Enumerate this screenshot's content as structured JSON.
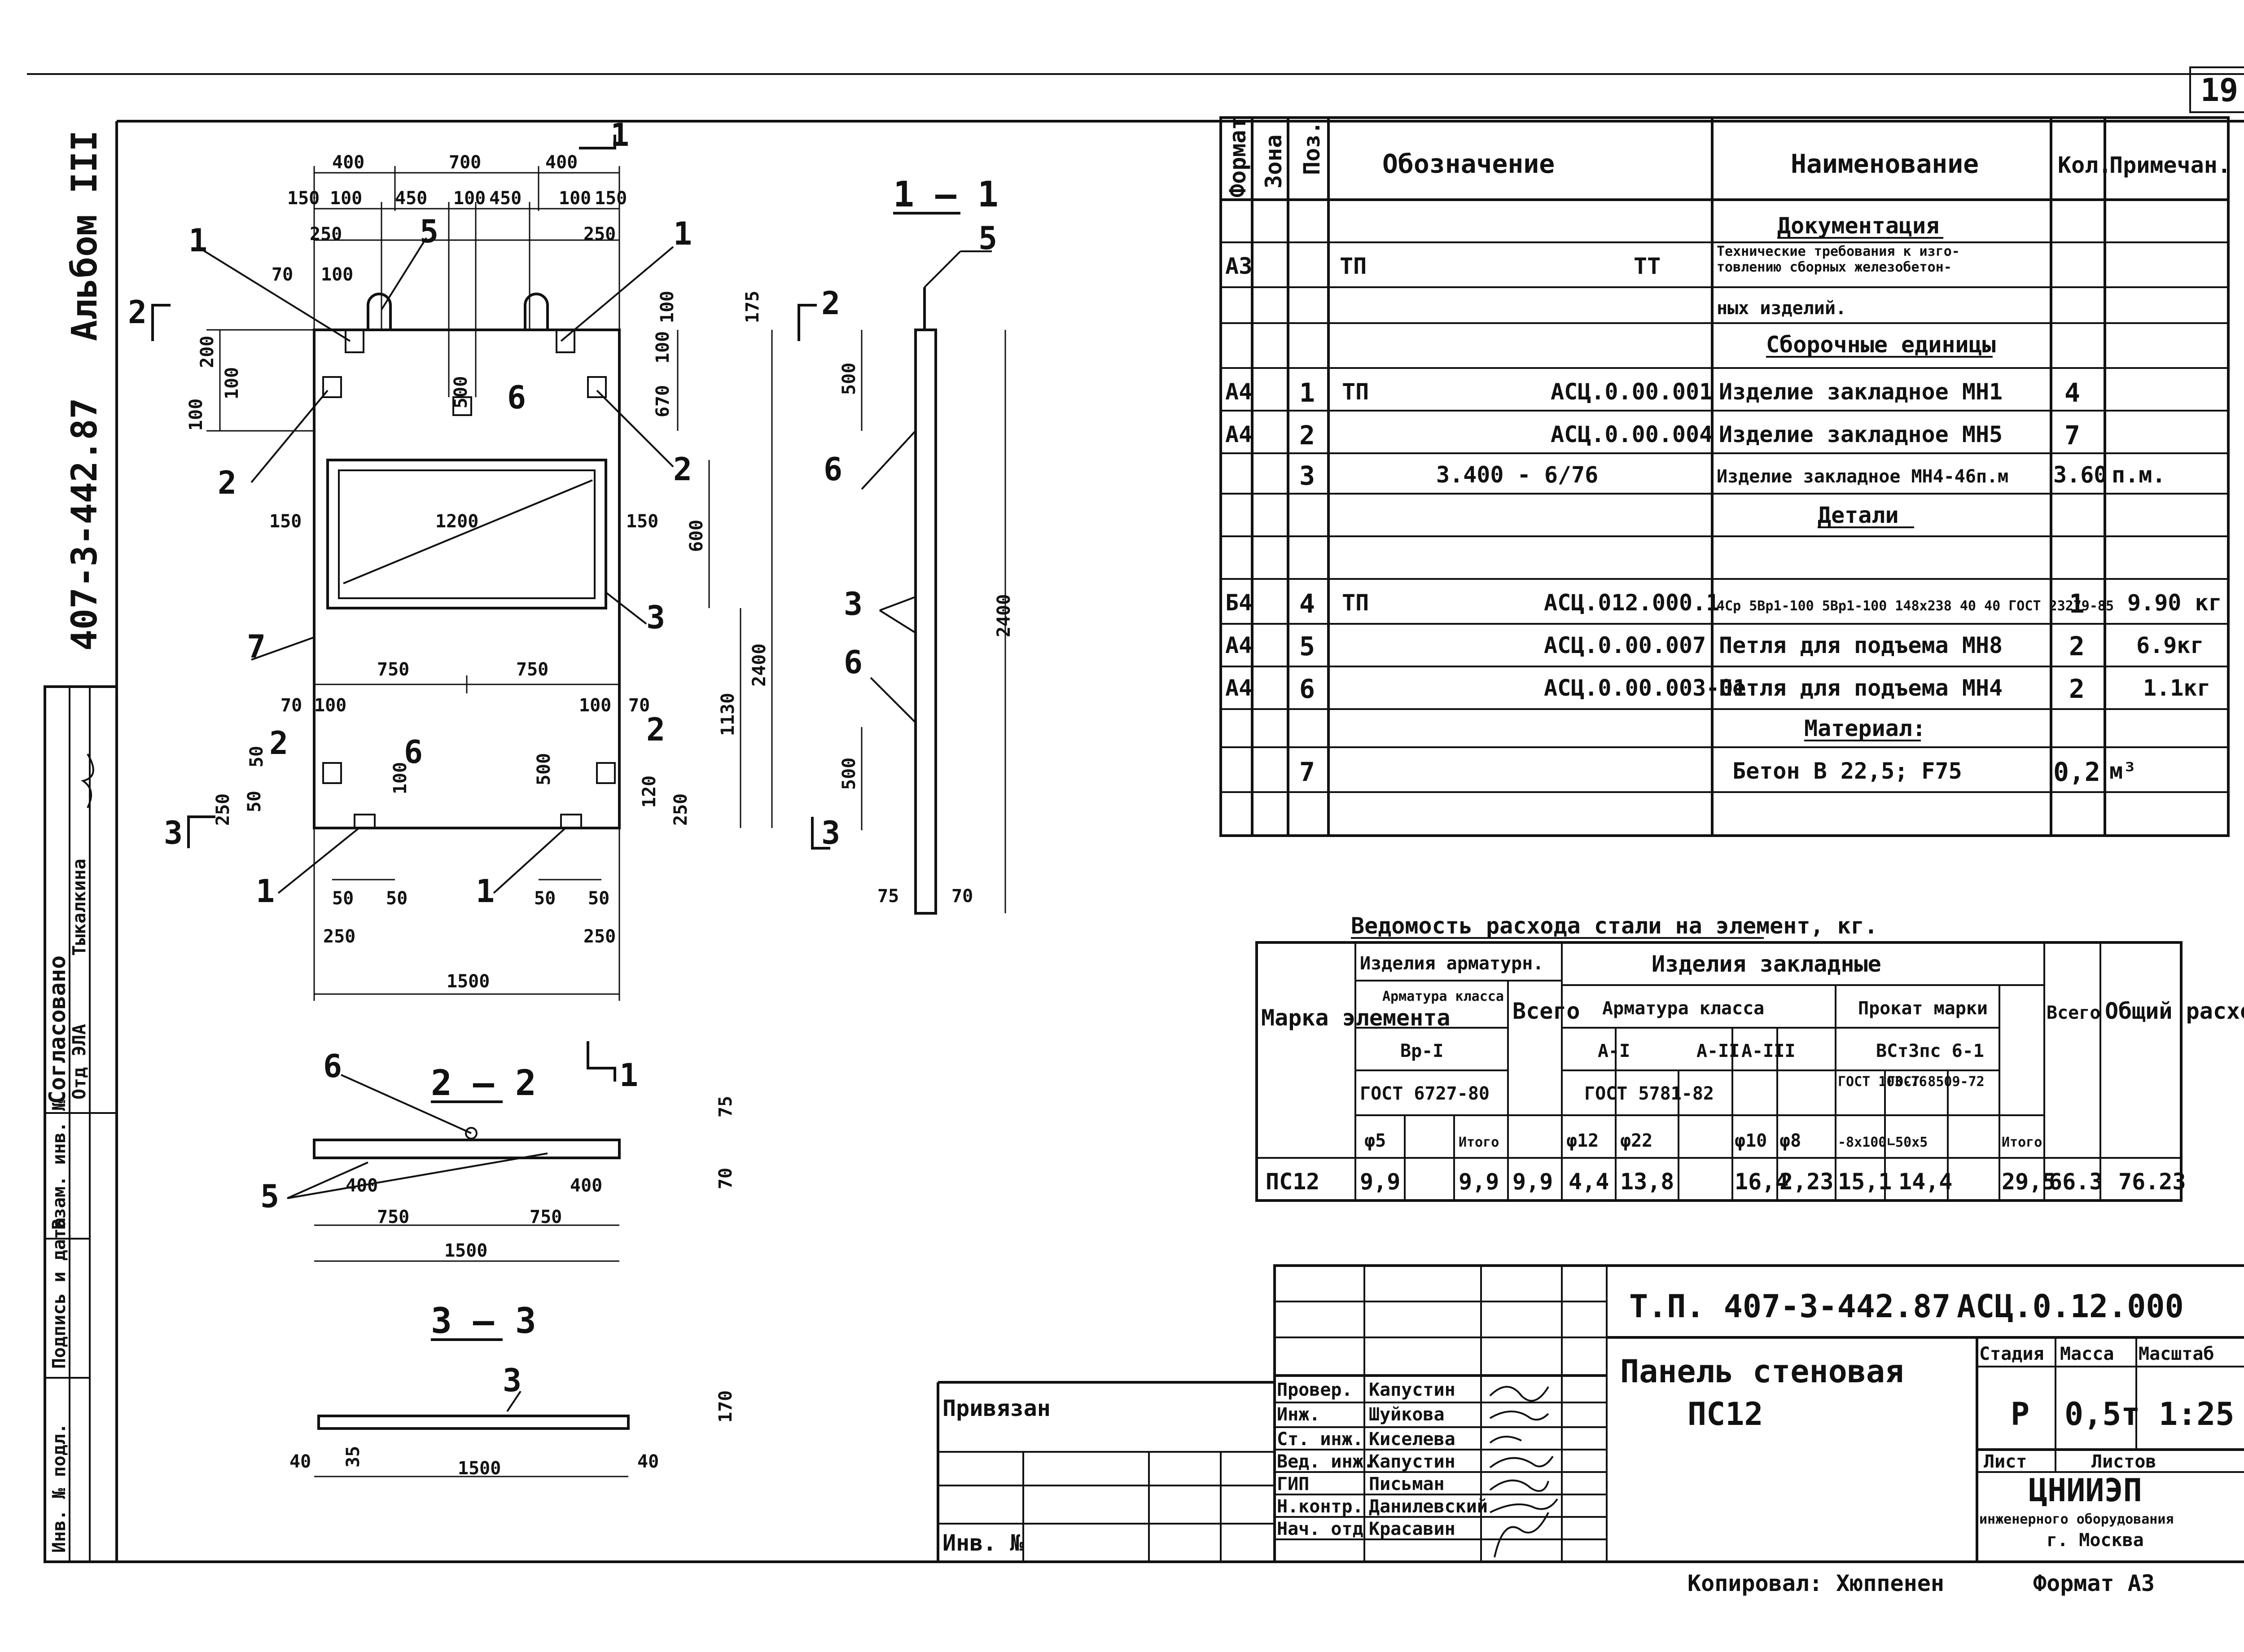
{
  "page_number": "19",
  "album": "Альбом III",
  "series": "407-3-442.87",
  "spec_table": {
    "headers": {
      "format": "Формат",
      "zone": "Зона",
      "pos": "Поз.",
      "designation": "Обозначение",
      "name": "Наименование",
      "qty": "Кол.",
      "note": "Примечан."
    },
    "sections": {
      "docs": "Документация",
      "units": "Сборочные единицы",
      "details": "Детали",
      "material": "Материал:"
    },
    "doc_row": {
      "format": "А3",
      "designation_left": "ТП",
      "designation_right": "ТТ",
      "name_line1": "Технические требования к изго-",
      "name_line2": "товлению сборных железобетон-",
      "name_line3": "ных изделий."
    },
    "rows": [
      {
        "format": "А4",
        "pos": "1",
        "prefix": "ТП",
        "designation": "АСЦ.0.00.001",
        "name": "Изделие закладное МН1",
        "qty": "4",
        "note": ""
      },
      {
        "format": "А4",
        "pos": "2",
        "prefix": "",
        "designation": "АСЦ.0.00.004",
        "name": "Изделие закладное МН5",
        "qty": "7",
        "note": ""
      },
      {
        "format": "",
        "pos": "3",
        "prefix": "",
        "designation": "3.400 - 6/76",
        "name": "Изделие закладное МН4-46п.м",
        "qty": "3.60",
        "note": "п.м."
      },
      {
        "format": "Б4",
        "pos": "4",
        "prefix": "ТП",
        "designation": "АСЦ.012.000.1",
        "name": "4Ср 5Вр1-100 5Вр1-100 148x238 40 40 ГОСТ 23279-85",
        "qty": "1",
        "note": "9.90 кг"
      },
      {
        "format": "А4",
        "pos": "5",
        "prefix": "",
        "designation": "АСЦ.0.00.007",
        "name": "Петля для подъема МН8",
        "qty": "2",
        "note": "6.9кг"
      },
      {
        "format": "А4",
        "pos": "6",
        "prefix": "",
        "designation": "АСЦ.0.00.003-01",
        "name": "Петля для подъема МН4",
        "qty": "2",
        "note": "1.1кг"
      }
    ],
    "material_row": {
      "pos": "7",
      "name": "Бетон В 22,5; F75",
      "qty": "0,2",
      "note": "м³"
    }
  },
  "steel_table": {
    "title": "Ведомость расхода стали на элемент, кг.",
    "mark_header": "Марка элемента",
    "rebar_group": "Изделия арматурн.",
    "embedded_group": "Изделия закладные",
    "rebar_class": "Арматура класса",
    "rebar_class2": "Арматура класса",
    "rolled": "Прокат марки",
    "total": "Всего",
    "overall": "Общий расход",
    "bp": "Вр-I",
    "a1": "А-I",
    "a2": "А-II",
    "a3": "А-III",
    "steel_grade": "ВСт3пс 6-1",
    "gost_bp": "ГОСТ 6727-80",
    "gost_a": "ГОСТ 5781-82",
    "gost_1": "ГОСТ 103-76",
    "gost_2": "ГОСТ 8509-72",
    "diam": [
      "φ5",
      "Итого",
      "φ12",
      "φ22",
      "φ10",
      "φ8",
      "-8x100",
      "∟50x5",
      "Итого"
    ],
    "row": {
      "mark": "ПС12",
      "phi5": "9,9",
      "itogo1": "9,9",
      "vsego1": "9,9",
      "phi12": "4,4",
      "phi22": "13,8",
      "phi10": "16,4",
      "phi8": "2,23",
      "strip": "15,1",
      "angle": "14,4",
      "itogo2": "29,5",
      "vsego2": "66.3",
      "total": "76.23"
    }
  },
  "title_block": {
    "doc_code": "Т.П. 407-3-442.87",
    "drawing_code": "АСЦ.0.12.000",
    "title": "Панель стеновая",
    "mark": "ПС12",
    "stage_label": "Стадия",
    "mass_label": "Масса",
    "scale_label": "Масштаб",
    "stage": "Р",
    "mass": "0,5т",
    "scale": "1:25",
    "sheet_label": "Лист",
    "sheets_label": "Листов",
    "org1": "ЦНИИЭП",
    "org2": "инженерного оборудования",
    "org3": "г. Москва",
    "attached": "Привязан",
    "inv": "Инв. №",
    "roles": [
      "Провер.",
      "Инж.",
      "Ст. инж.",
      "Вед. инж.",
      "ГИП",
      "Н.контр.",
      "Нач. отд"
    ],
    "names": [
      "Капустин",
      "Шуйкова",
      "Киселева",
      "Капустин",
      "Письман",
      "Данилевский",
      "Красавин"
    ],
    "copied": "Копировал: Хюппенен",
    "format": "Формат А3"
  },
  "side_stamp": {
    "agreed": "Согласовано",
    "person": "Тыкалкина",
    "dept": "Отд ЭЛА",
    "col1": "Взам. инв. №",
    "col2": "Подпись и дата",
    "col3": "Инв. № подл."
  },
  "drawing": {
    "sec11": "1 — 1",
    "sec22": "2 — 2",
    "sec33": "3 — 3",
    "top_dims": [
      "400",
      "700",
      "400",
      "150",
      "100",
      "450",
      "100",
      "450",
      "100",
      "150",
      "250",
      "250",
      "70",
      "100"
    ],
    "mid_dims": [
      "150",
      "1200",
      "150",
      "750",
      "750",
      "600",
      "1130",
      "2400",
      "2400",
      "500",
      "500",
      "670",
      "200",
      "100",
      "100",
      "100",
      "175",
      "100"
    ],
    "bot_dims": [
      "70",
      "100",
      "100",
      "70",
      "50",
      "250",
      "50",
      "120",
      "250",
      "100",
      "500",
      "50",
      "50",
      "50",
      "50",
      "250",
      "250",
      "1500"
    ],
    "callouts": [
      "1",
      "2",
      "3",
      "5",
      "6",
      "7"
    ],
    "s11_dims": [
      "500",
      "500",
      "2400",
      "75",
      "70"
    ],
    "s22_dims": [
      "400",
      "400",
      "750",
      "750",
      "1500",
      "75",
      "70"
    ],
    "s33_dims": [
      "40",
      "35",
      "1500",
      "40",
      "170"
    ],
    "markers": [
      "1",
      "2",
      "3"
    ]
  }
}
